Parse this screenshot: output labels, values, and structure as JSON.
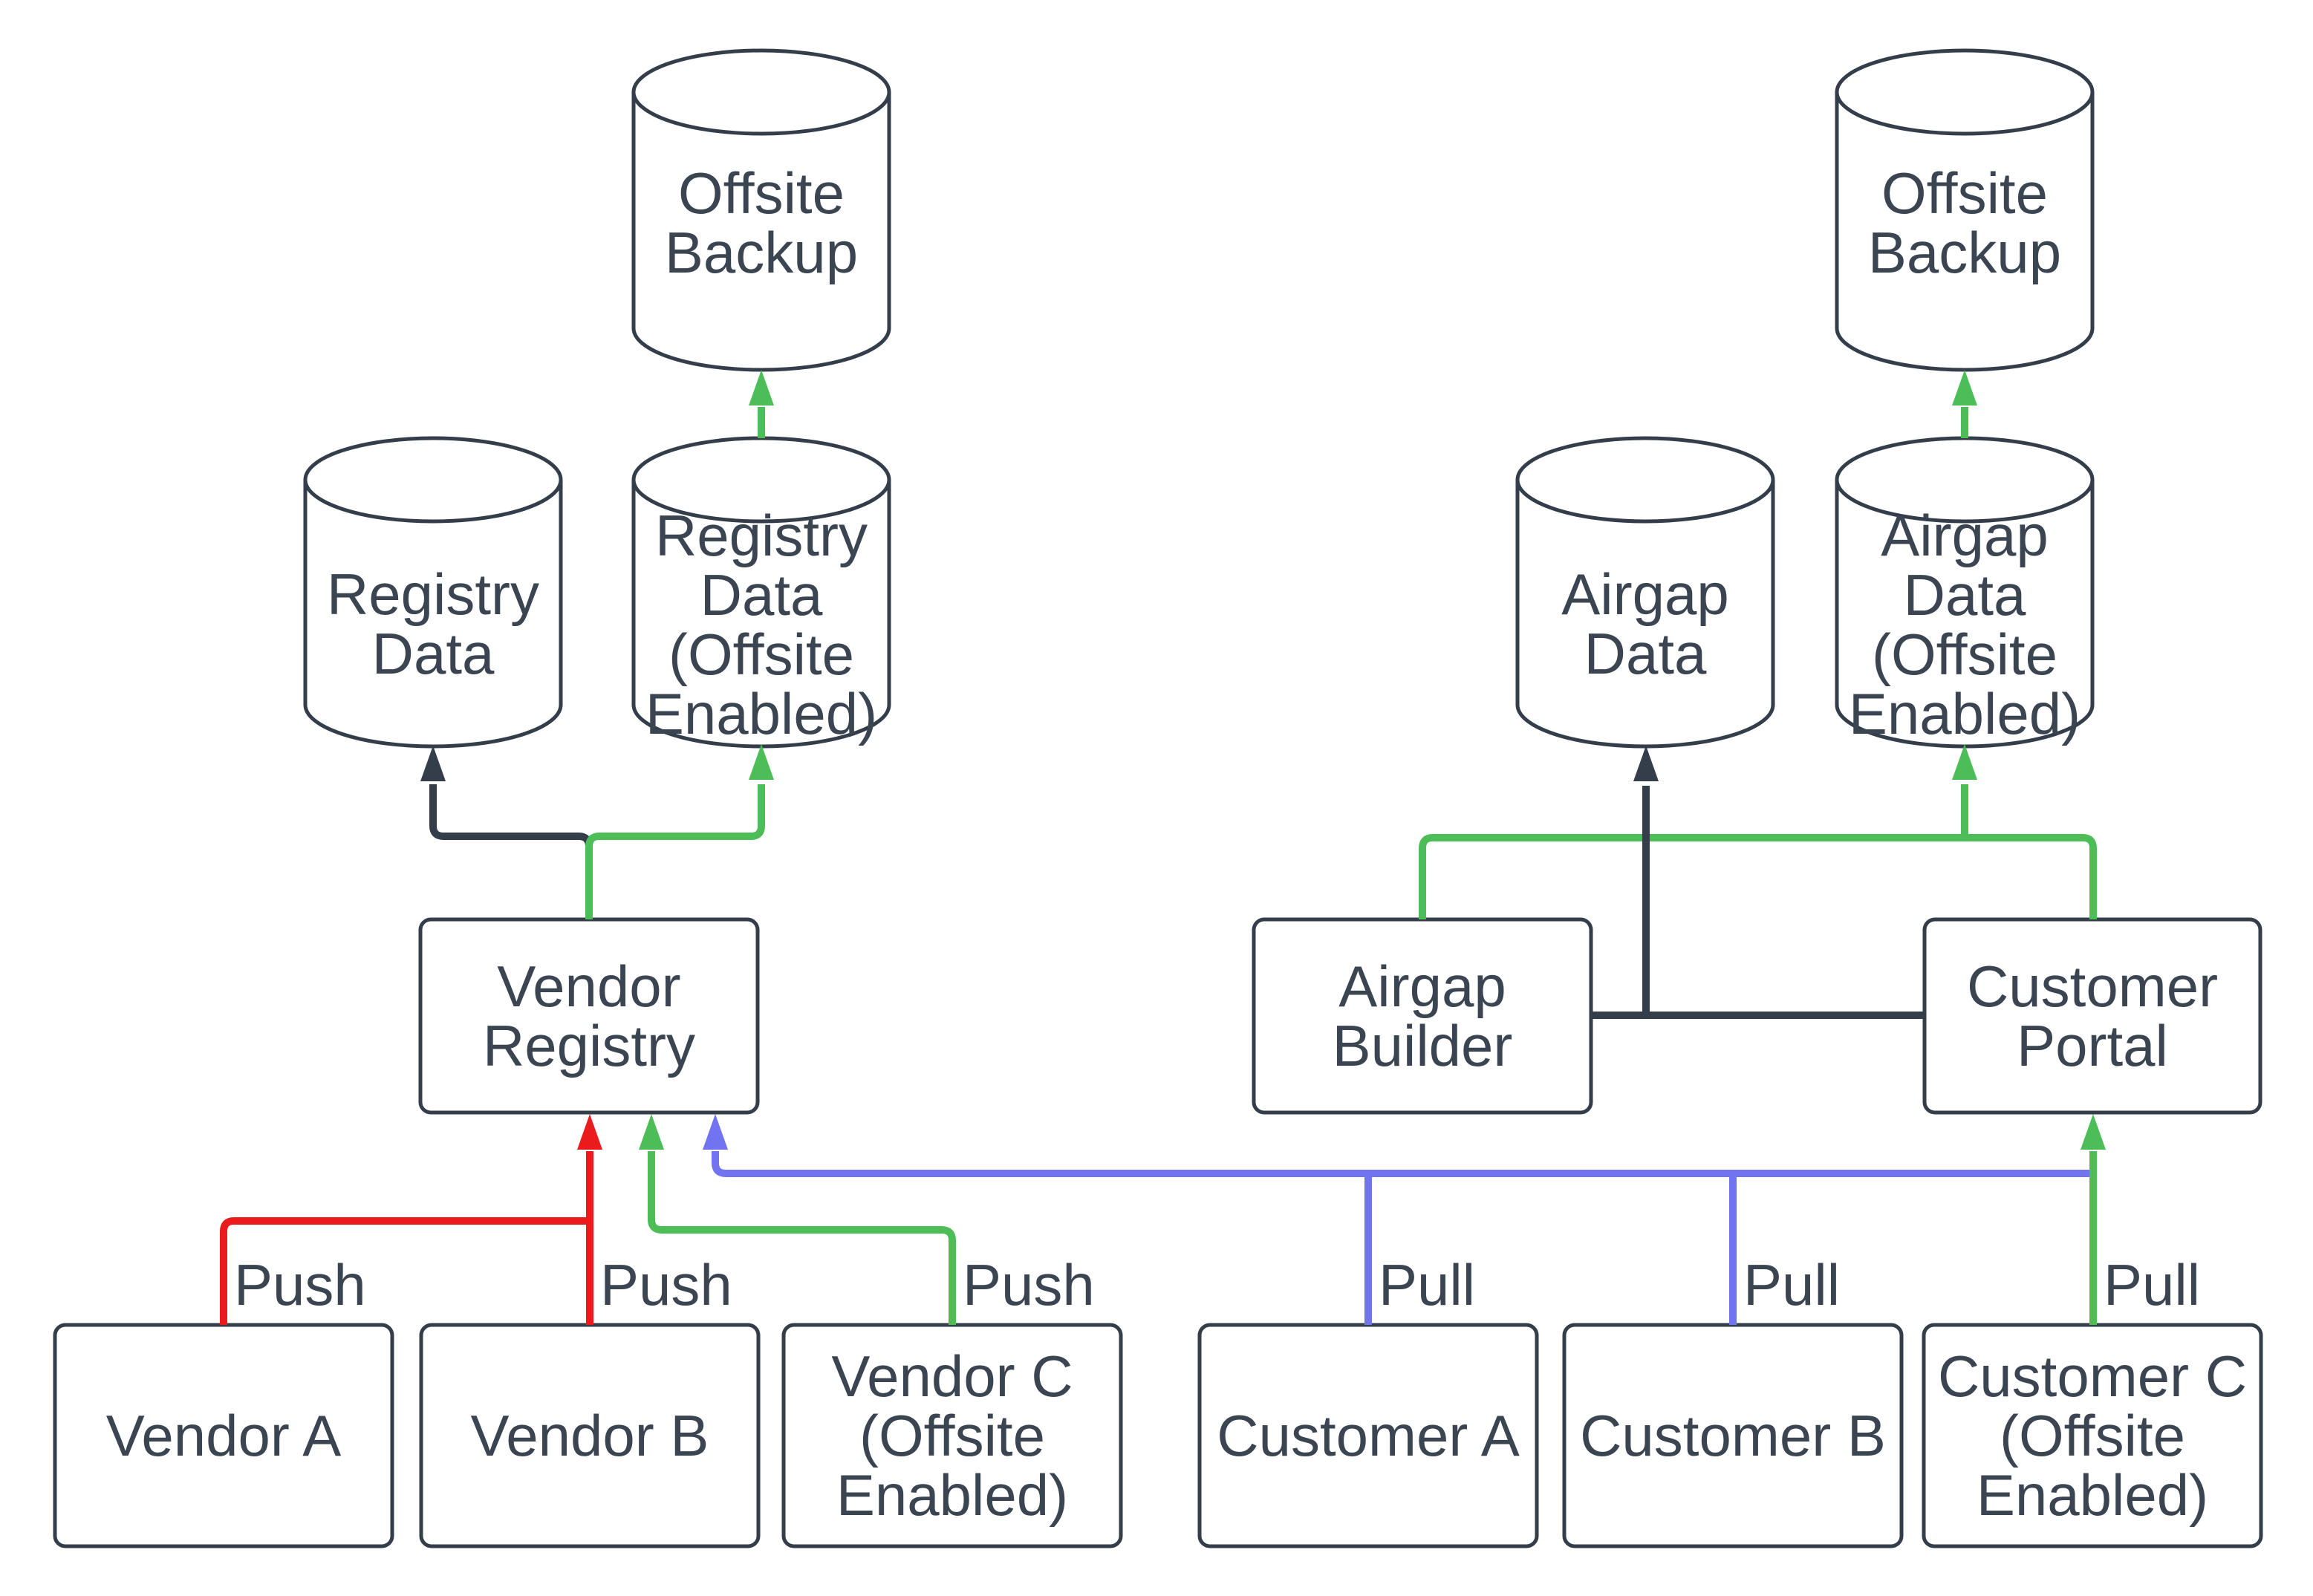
{
  "diagram": {
    "title": "Vendor registry and airgap data flow diagram",
    "colors": {
      "background": "#ffffff",
      "outline": "#343E4B",
      "text": "#3B4551",
      "push_red": "#EB1B1D",
      "offsite_green": "#4CBD57",
      "pull_blue": "#7173F1"
    },
    "nodes": {
      "offsite_backup_left": {
        "label": "Offsite\nBackup",
        "shape": "database"
      },
      "offsite_backup_right": {
        "label": "Offsite\nBackup",
        "shape": "database"
      },
      "registry_data": {
        "label": "Registry\nData",
        "shape": "database"
      },
      "registry_data_offsite": {
        "label": "Registry\nData\n(Offsite\nEnabled)",
        "shape": "database"
      },
      "airgap_data": {
        "label": "Airgap\nData",
        "shape": "database"
      },
      "airgap_data_offsite": {
        "label": "Airgap\nData\n(Offsite\nEnabled)",
        "shape": "database"
      },
      "vendor_registry": {
        "label": "Vendor\nRegistry",
        "shape": "box"
      },
      "airgap_builder": {
        "label": "Airgap\nBuilder",
        "shape": "box"
      },
      "customer_portal": {
        "label": "Customer\nPortal",
        "shape": "box"
      },
      "vendor_a": {
        "label": "Vendor A",
        "shape": "box"
      },
      "vendor_b": {
        "label": "Vendor B",
        "shape": "box"
      },
      "vendor_c": {
        "label": "Vendor C\n(Offsite\nEnabled)",
        "shape": "box"
      },
      "customer_a": {
        "label": "Customer A",
        "shape": "box"
      },
      "customer_b": {
        "label": "Customer B",
        "shape": "box"
      },
      "customer_c": {
        "label": "Customer C\n(Offsite\nEnabled)",
        "shape": "box"
      }
    },
    "edge_labels": {
      "push": "Push",
      "pull": "Pull"
    },
    "connections": [
      {
        "from": "Vendor A",
        "to": "Vendor Registry",
        "label": "Push",
        "color": "push_red"
      },
      {
        "from": "Vendor B",
        "to": "Vendor Registry",
        "label": "Push",
        "color": "push_red"
      },
      {
        "from": "Vendor C (Offsite Enabled)",
        "to": "Vendor Registry",
        "label": "Push",
        "color": "offsite_green"
      },
      {
        "from": "Customer A",
        "to": "Vendor Registry",
        "label": "Pull",
        "color": "pull_blue"
      },
      {
        "from": "Customer B",
        "to": "Vendor Registry",
        "label": "Pull",
        "color": "pull_blue"
      },
      {
        "from": "Customer C (Offsite Enabled)",
        "to": "Customer Portal",
        "label": "Pull",
        "color": "offsite_green"
      },
      {
        "from": "Vendor Registry",
        "to": "Registry Data",
        "label": "",
        "color": "outline"
      },
      {
        "from": "Vendor Registry",
        "to": "Registry Data (Offsite Enabled)",
        "label": "",
        "color": "offsite_green"
      },
      {
        "from": "Registry Data (Offsite Enabled)",
        "to": "Offsite Backup",
        "label": "",
        "color": "offsite_green"
      },
      {
        "from": "Airgap Builder",
        "to": "Airgap Data",
        "label": "",
        "color": "outline"
      },
      {
        "from": "Customer Portal",
        "to": "Airgap Data",
        "label": "",
        "color": "outline"
      },
      {
        "from": "Airgap Builder",
        "to": "Airgap Data (Offsite Enabled)",
        "label": "",
        "color": "offsite_green"
      },
      {
        "from": "Customer Portal",
        "to": "Airgap Data (Offsite Enabled)",
        "label": "",
        "color": "offsite_green"
      },
      {
        "from": "Airgap Data (Offsite Enabled)",
        "to": "Offsite Backup",
        "label": "",
        "color": "offsite_green"
      }
    ]
  }
}
